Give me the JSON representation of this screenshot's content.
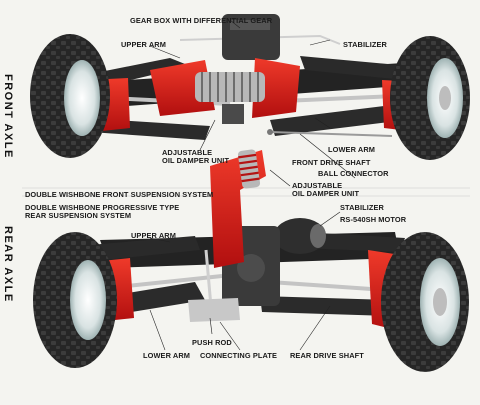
{
  "side_labels": {
    "front": "FRONT AXLE",
    "rear": "REAR AXLE"
  },
  "labels": {
    "gear_box": "GEAR BOX WITH DIFFERENTIAL GEAR",
    "upper_arm_front": "UPPER ARM",
    "stabilizer_front": "STABILIZER",
    "adjustable_front_1": "ADJUSTABLE",
    "adjustable_front_2": "OIL DAMPER UNIT",
    "lower_arm_front": "LOWER ARM",
    "front_drive_shaft": "FRONT DRIVE SHAFT",
    "ball_connector": "BALL CONNECTOR",
    "adjustable_rear_1": "ADJUSTABLE",
    "adjustable_rear_2": "OIL DAMPER UNIT",
    "dw_front": "DOUBLE WISHBONE FRONT SUSPENSION SYSTEM",
    "dw_rear_1": "DOUBLE WISHBONE PROGRESSIVE TYPE",
    "dw_rear_2": "REAR SUSPENSION SYSTEM",
    "stabilizer_rear": "STABILIZER",
    "motor": "RS-540SH MOTOR",
    "upper_arm_rear": "UPPER ARM",
    "push_rod": "PUSH ROD",
    "lower_arm_rear": "LOWER ARM",
    "connecting_plate": "CONNECTING PLATE",
    "rear_drive_shaft": "REAR DRIVE SHAFT"
  },
  "colors": {
    "red": "#d21a1a",
    "dark_red": "#8c0c0c",
    "tire": "#242424",
    "rim": "#dde7e7",
    "frame": "#1e1e1e",
    "metal": "#b9b9b9"
  }
}
